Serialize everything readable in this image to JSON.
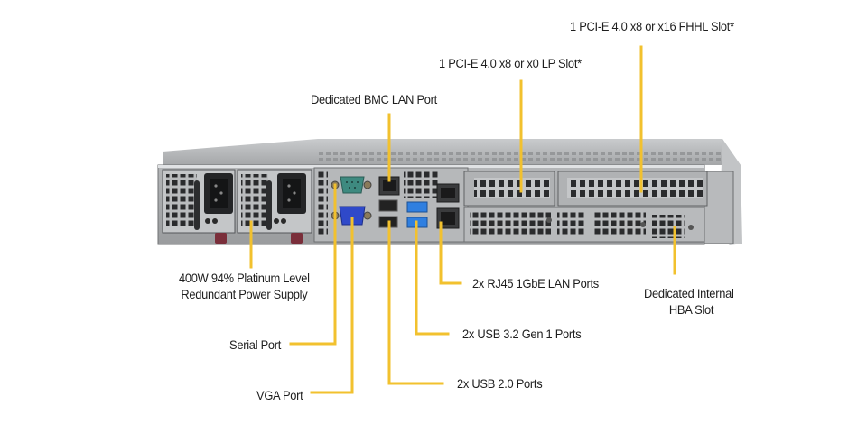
{
  "title": "Server Rear I/O Panel",
  "colors": {
    "leader": "#f2c12e",
    "chassis": "#a9abad",
    "chassis_dark": "#6f7173",
    "serial_port": "#3e8a80",
    "vga_port": "#2f49c9",
    "usb3_port": "#2f7fe0",
    "psu_handle": "#7a2e3a"
  },
  "labels": {
    "pcie_fhhl": "1 PCI-E 4.0 x8 or x16 FHHL Slot*",
    "pcie_lp": "1 PCI-E 4.0 x8 or x0 LP Slot*",
    "bmc_lan": "Dedicated BMC LAN Port",
    "psu_line1": "400W 94% Platinum Level",
    "psu_line2": "Redundant Power Supply",
    "rj45": "2x RJ45 1GbE LAN Ports",
    "hba_line1": "Dedicated Internal",
    "hba_line2": "HBA Slot",
    "usb3": "2x USB 3.2 Gen 1 Ports",
    "serial": "Serial Port",
    "usb2": "2x USB 2.0 Ports",
    "vga": "VGA Port"
  },
  "icons": {
    "power_inlet": "power-inlet-icon",
    "serial": "db9-serial-connector-icon",
    "vga": "vga-connector-icon",
    "rj45": "rj45-port-icon",
    "usb": "usb-port-icon"
  }
}
